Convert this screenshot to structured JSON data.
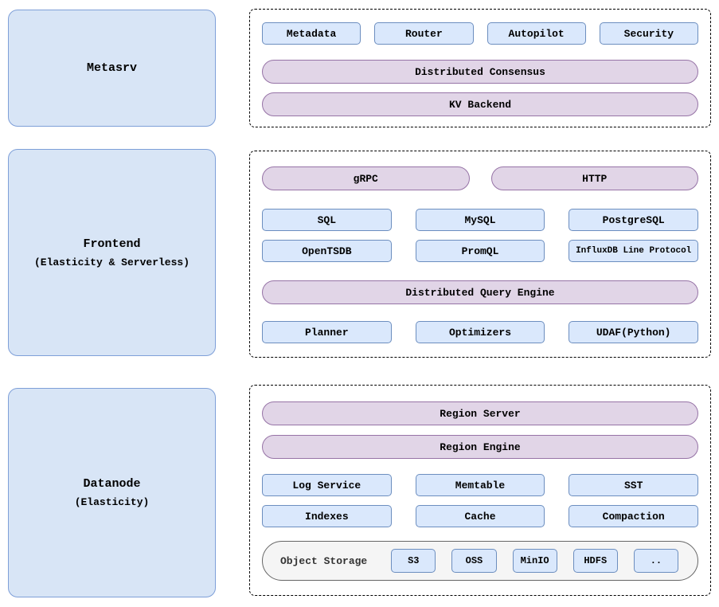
{
  "colors": {
    "blue_fill": "#dae8fc",
    "blue_border": "#6c8ebf",
    "node_fill": "#d8e5f6",
    "node_border": "#7e9fd8",
    "purple_fill": "#e1d5e7",
    "purple_border": "#9673a6",
    "storage_fill": "#f5f5f5",
    "storage_border": "#666666",
    "dashed_border": "#000000"
  },
  "metasrv": {
    "title": "Metasrv",
    "modules": [
      "Metadata",
      "Router",
      "Autopilot",
      "Security"
    ],
    "consensus": "Distributed Consensus",
    "kv_backend": "KV Backend"
  },
  "frontend": {
    "title": "Frontend",
    "subtitle": "(Elasticity & Serverless)",
    "grpc": "gRPC",
    "http": "HTTP",
    "protocols_row1": [
      "SQL",
      "MySQL",
      "PostgreSQL"
    ],
    "protocols_row2": [
      "OpenTSDB",
      "PromQL",
      "InfluxDB Line Protocol"
    ],
    "query_engine": "Distributed Query Engine",
    "query_components": [
      "Planner",
      "Optimizers",
      "UDAF(Python)"
    ]
  },
  "datanode": {
    "title": "Datanode",
    "subtitle": "(Elasticity)",
    "region_server": "Region Server",
    "region_engine": "Region Engine",
    "components_row1": [
      "Log Service",
      "Memtable",
      "SST"
    ],
    "components_row2": [
      "Indexes",
      "Cache",
      "Compaction"
    ],
    "object_storage": {
      "label": "Object Storage",
      "backends": [
        "S3",
        "OSS",
        "MinIO",
        "HDFS",
        ".."
      ]
    }
  }
}
